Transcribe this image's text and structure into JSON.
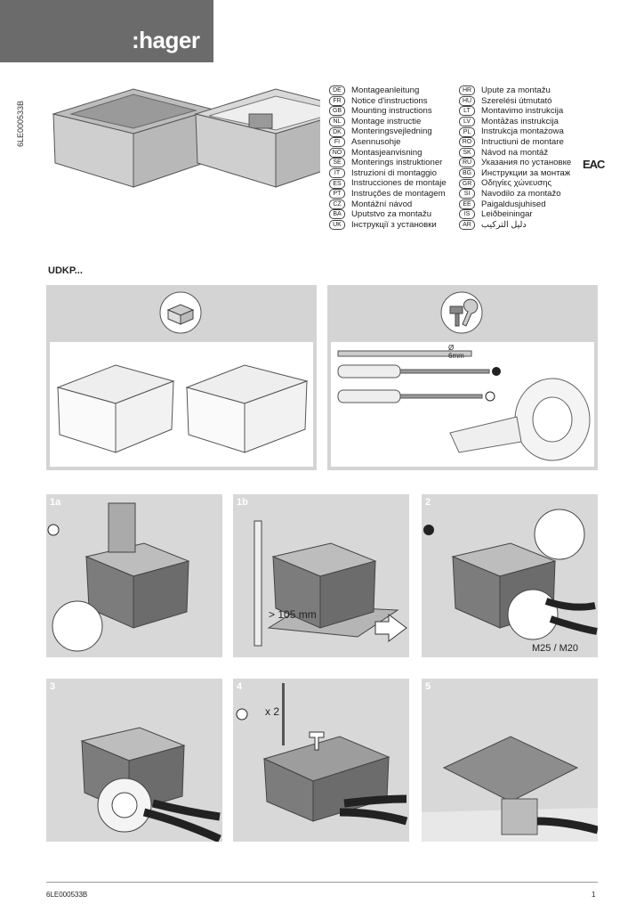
{
  "brand": {
    "logo": ":hager"
  },
  "document_code": "6LE000533B",
  "languages_left": [
    {
      "code": "DE",
      "label": "Montageanleitung"
    },
    {
      "code": "FR",
      "label": "Notice d'instructions"
    },
    {
      "code": "GB",
      "label": "Mounting instructions"
    },
    {
      "code": "NL",
      "label": "Montage instructie"
    },
    {
      "code": "DK",
      "label": "Monteringsvejledning"
    },
    {
      "code": "FI",
      "label": "Asennusohje"
    },
    {
      "code": "NO",
      "label": "Montasjeanvisning"
    },
    {
      "code": "SE",
      "label": "Monterings instruktioner"
    },
    {
      "code": "IT",
      "label": "Istruzioni di montaggio"
    },
    {
      "code": "ES",
      "label": "Instrucciones de montaje"
    },
    {
      "code": "PT",
      "label": "Instruções de montagem"
    },
    {
      "code": "CZ",
      "label": "Montážní návod"
    },
    {
      "code": "BA",
      "label": "Uputstvo za montažu"
    },
    {
      "code": "UK",
      "label": "Інструкції з установки"
    }
  ],
  "languages_right": [
    {
      "code": "HR",
      "label": "Upute za montažu"
    },
    {
      "code": "HU",
      "label": "Szerelési útmutató"
    },
    {
      "code": "LT",
      "label": "Montavimo instrukcija"
    },
    {
      "code": "LV",
      "label": "Montāžas instrukcija"
    },
    {
      "code": "PL",
      "label": "Instrukcja montażowa"
    },
    {
      "code": "RO",
      "label": "Intructiuni de montare"
    },
    {
      "code": "SK",
      "label": "Návod na montáž"
    },
    {
      "code": "RU",
      "label": "Указания по установке"
    },
    {
      "code": "BG",
      "label": "Инструкции за монтаж"
    },
    {
      "code": "GR",
      "label": "Οδηγίες χώνευσης"
    },
    {
      "code": "SI",
      "label": "Navodilo za montažo"
    },
    {
      "code": "EE",
      "label": "Paigaldusjuhised"
    },
    {
      "code": "IS",
      "label": "Leiðbeiningar"
    },
    {
      "code": "AR",
      "label": "دليل التركيب"
    }
  ],
  "eac_mark": "EAC",
  "model": "UDKP...",
  "tools": {
    "drill_size": "Ø\n6mm"
  },
  "steps": [
    {
      "label": "1a"
    },
    {
      "label": "1b",
      "annotation": "> 105 mm"
    },
    {
      "label": "2",
      "annotation": "M25 / M20"
    },
    {
      "label": "3"
    },
    {
      "label": "4",
      "annotation": "x 2"
    },
    {
      "label": "5"
    }
  ],
  "footer": {
    "code": "6LE000533B",
    "page": "1"
  }
}
